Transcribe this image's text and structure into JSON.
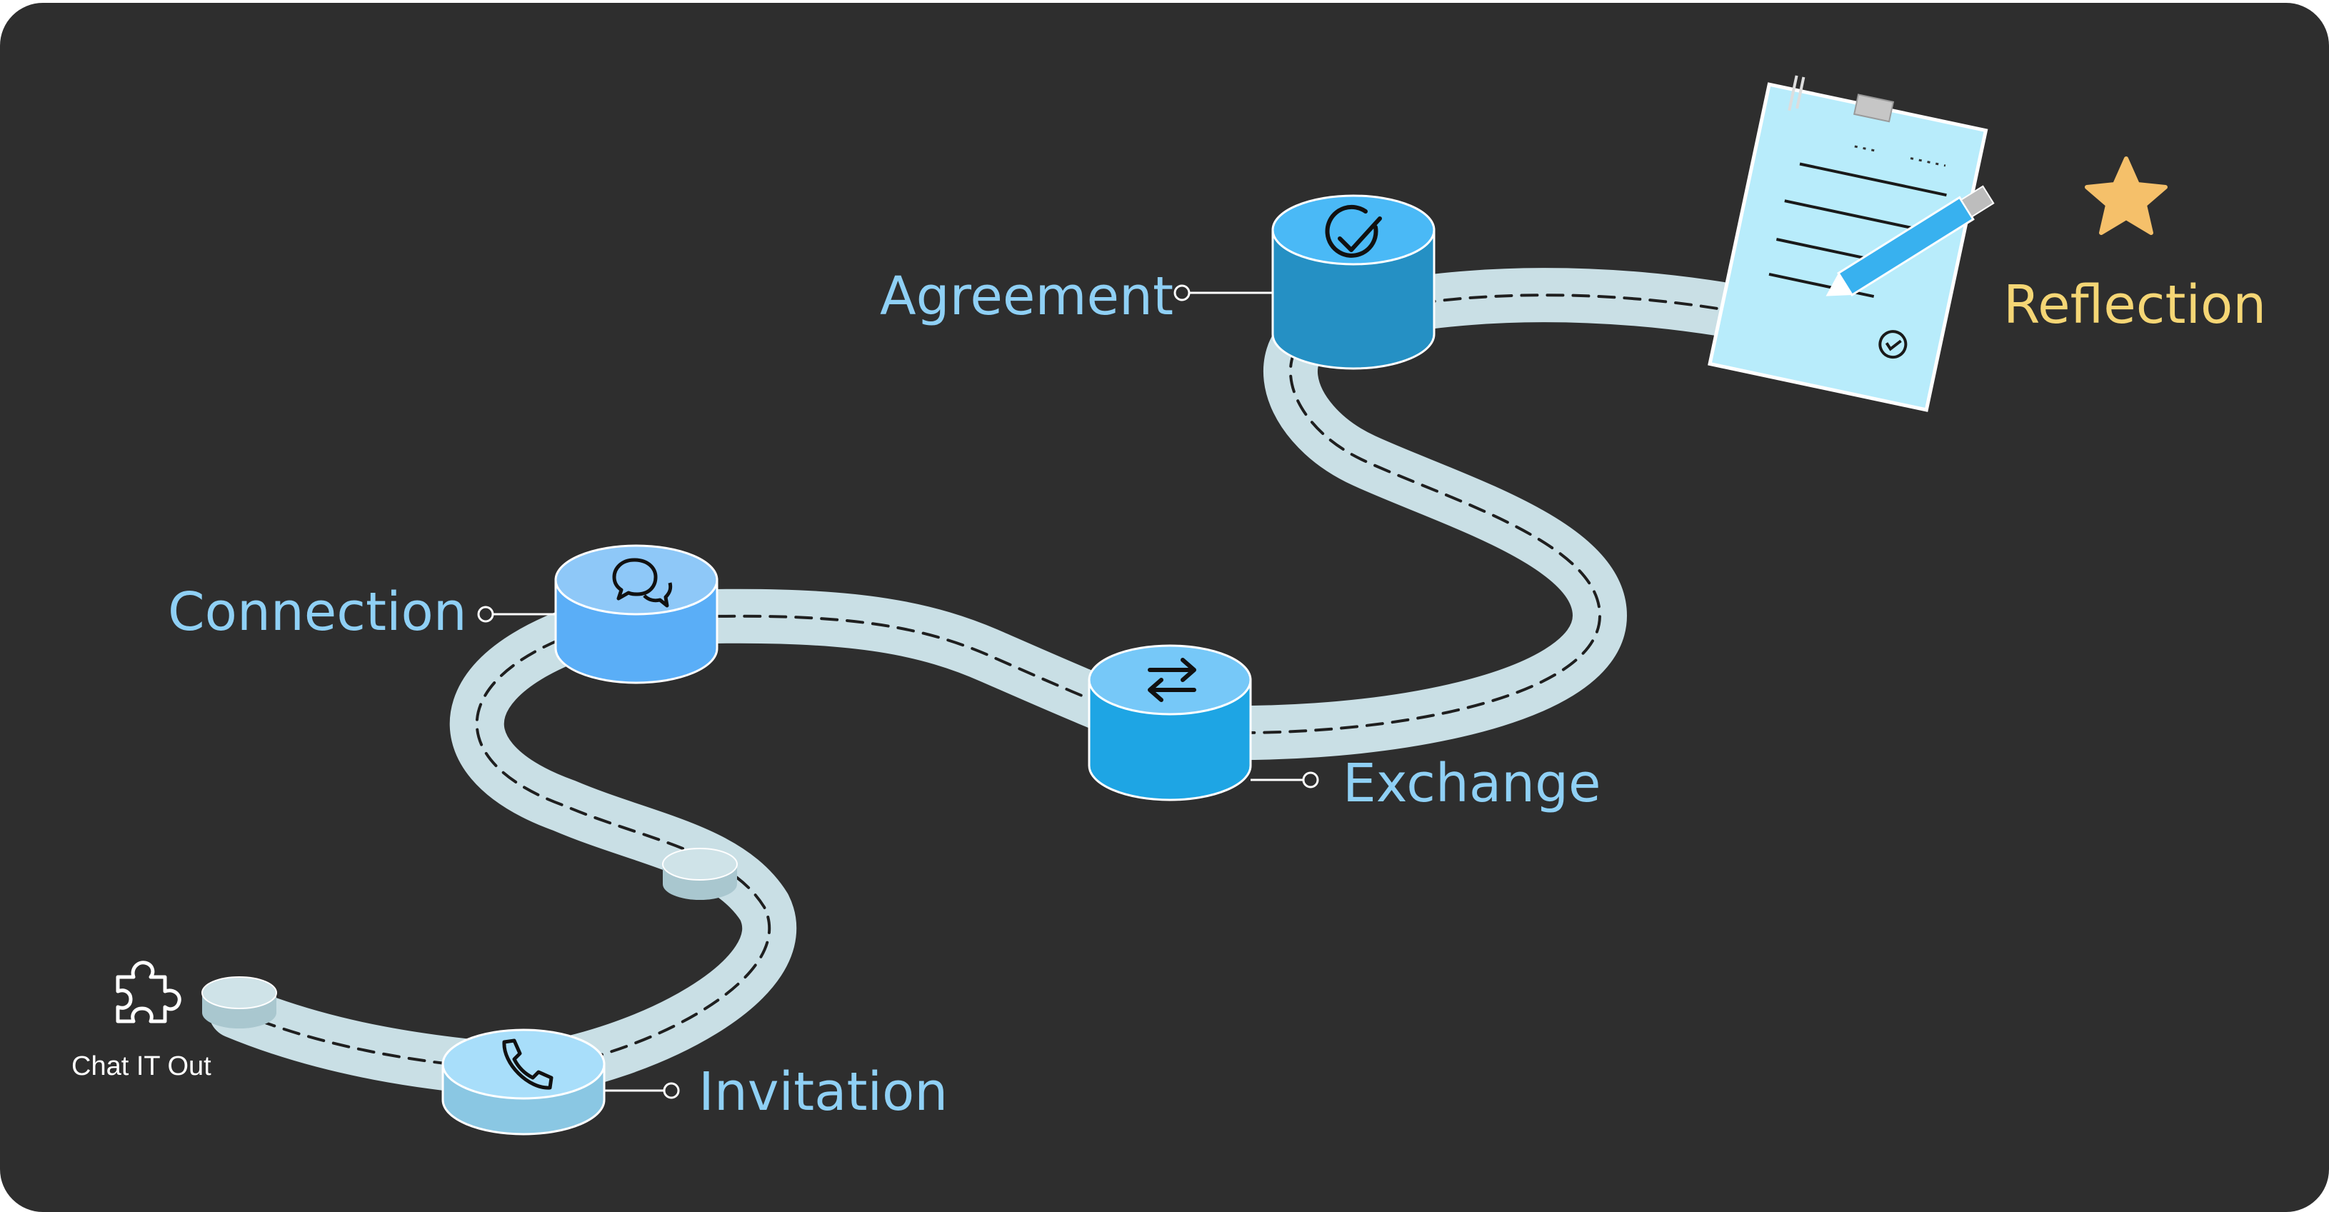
{
  "start": {
    "label": "Chat IT Out",
    "icon": "puzzle-icon"
  },
  "stages": [
    {
      "key": "invitation",
      "label": "Invitation",
      "icon": "phone-icon"
    },
    {
      "key": "connection",
      "label": "Connection",
      "icon": "chat-bubbles-icon"
    },
    {
      "key": "exchange",
      "label": "Exchange",
      "icon": "swap-arrows-icon"
    },
    {
      "key": "agreement",
      "label": "Agreement",
      "icon": "checkmark-circle-icon"
    }
  ],
  "finish": {
    "label": "Reflection",
    "icon": "star-icon",
    "illustration": "clipboard-pen-illustration"
  },
  "colors": {
    "background": "#2e2e2e",
    "road": "#c9dfe5",
    "stage_label": "#8fd0f5",
    "finish_label": "#f5d675",
    "star": "#f5c06a",
    "invitation_top": "#a8defa",
    "connection_top": "#8ec8f8",
    "exchange_top": "#76c8f8",
    "agreement_top": "#4ab9f6"
  }
}
